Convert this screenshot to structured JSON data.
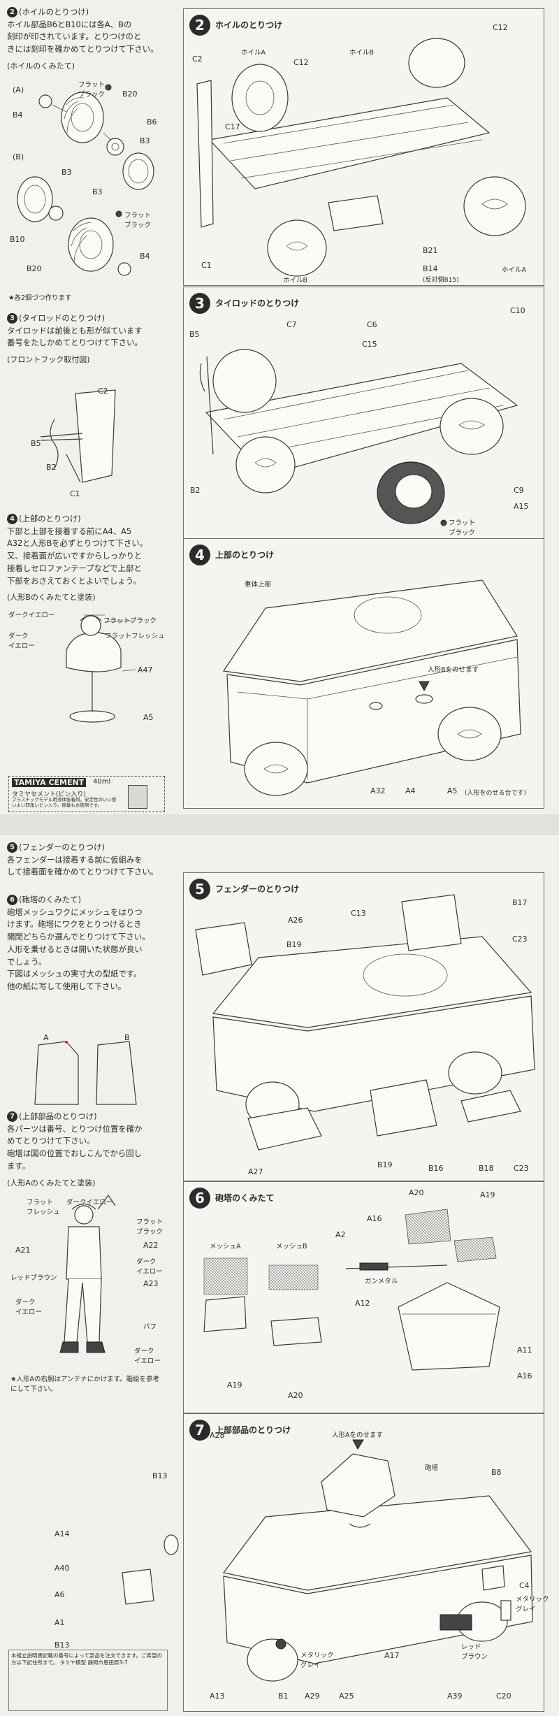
{
  "sheet1": {
    "left": {
      "step2": {
        "num": "2",
        "heading": "(ホイルのとりつけ)",
        "lines": [
          "ホイル部品B6とB10には各A、Bの",
          "刻印が印されています。とりつけのと",
          "きには刻印を確かめてとりつけて下さい。"
        ],
        "assembly_title": "(ホイルのくみたて)",
        "a_label": "(A)",
        "b_label": "(B)",
        "a_parts": {
          "b20": "B20",
          "b4": "B4",
          "b6": "B6",
          "b3": "B3",
          "flat_black": "フラット\nブラック"
        },
        "b_parts": {
          "b3": "B3",
          "b10": "B10",
          "b20": "B20",
          "b4": "B4",
          "flat_black": "フラット\nブラック"
        },
        "footnote": "★各2個づつ作ります"
      },
      "step3": {
        "num": "3",
        "heading": "(タイロッドのとりつけ)",
        "lines": [
          "タイロッドは前後とも形が似ています",
          "番号をたしかめてとりつけて下さい。"
        ],
        "subtitle": "(フロントフック取付図)",
        "parts": {
          "c2": "C2",
          "b5": "B5",
          "b2": "B2",
          "c1": "C1"
        }
      },
      "step4": {
        "num": "4",
        "heading": "(上部のとりつけ)",
        "lines": [
          "下部と上部を接着する前にA4、A5",
          "A32と人形Bを必ずとりつけて下さい。",
          "又、接着面が広いですからしっかりと",
          "接着しセロファンテープなどで上部と",
          "下部をおさえておくとよいでしょう。"
        ],
        "figure_title": "(人形Bのくみたてと塗装)",
        "colors": {
          "dark_yellow": "ダークイエロー",
          "flat_black": "フラットブラック",
          "dark_yellow2": "ダーク\nイエロー",
          "flat_flesh": "フラットフレッシュ"
        },
        "parts": {
          "a47": "A47",
          "a5": "A5"
        }
      },
      "cement": {
        "brand": "TAMIYA CEMENT",
        "volume": "40ml",
        "name": "タミヤセメント(ビン入り)",
        "desc": "プラスチックモデル用液体接着剤。安定性のいい使いよい四角いビン入り。容量もお徳用です。"
      }
    },
    "right": {
      "step2": {
        "num": "2",
        "title": "ホイルのとりつけ",
        "parts": {
          "c12a": "C12",
          "c12b": "C12",
          "c2": "C2",
          "wheel_a1": "ホイルA",
          "wheel_b1": "ホイルB",
          "c17": "C17",
          "c1": "C1",
          "wheel_b2": "ホイルB",
          "b21": "B21",
          "b14": "B14",
          "b14_note": "(反対側B15)",
          "wheel_a2": "ホイルA"
        }
      },
      "step3": {
        "num": "3",
        "title": "タイロッドのとりつけ",
        "parts": {
          "b5": "B5",
          "c7": "C7",
          "c6": "C6",
          "c15": "C15",
          "c10": "C10",
          "b2": "B2",
          "c9": "C9",
          "a15": "A15",
          "flat_black": "フラット\nブラック"
        }
      },
      "step4": {
        "num": "4",
        "title": "上部のとりつけ",
        "parts": {
          "upper": "車体上部",
          "figure_b": "人形Bをのせます",
          "a32": "A32",
          "a4": "A4",
          "a5": "A5",
          "a5_note": "(人形をのせる台です)"
        }
      }
    }
  },
  "sheet2": {
    "left": {
      "step5": {
        "num": "5",
        "heading": "(フェンダーのとりつけ)",
        "lines": [
          "各フェンダーは接着する前に仮組みを",
          "して接着面を確かめてとりつけて下さい。"
        ]
      },
      "step6": {
        "num": "6",
        "heading": "(砲塔のくみたて)",
        "lines": [
          "砲塔メッシュワクにメッシュをはりつ",
          "けます。砲塔にワクをとりつけるとき",
          "開閉どちらか選んでとりつけて下さい。",
          "人形を乗せるときは開いた状態が良い",
          "でしょう。",
          "下図はメッシュの実寸大の型紙です。",
          "他の紙に写して使用して下さい。"
        ],
        "mesh_a": "A",
        "mesh_b": "B"
      },
      "step7": {
        "num": "7",
        "heading": "(上部部品のとりつけ)",
        "lines": [
          "各パーツは番号、とりつけ位置を確か",
          "めてとりつけて下さい。",
          "砲塔は図の位置でおしこんでから回し",
          "ます。"
        ],
        "figure_title": "(人形Aのくみたてと塗装)",
        "colors": {
          "flat_flesh": "フラット\nフレッシュ",
          "dark_yellow": "ダークイエロー",
          "flat_black": "フラット\nブラック",
          "dark_yellow2": "ダーク\nイエロー",
          "red_brown": "レッドブラウン",
          "dark_yellow3": "ダーク\nイエロー",
          "buff": "バフ",
          "dark_yellow4": "ダーク\nイエロー"
        },
        "parts": {
          "a21": "A21",
          "a22": "A22",
          "a23": "A23"
        },
        "footnote": "★人形Aの右腕はアンテナにかけます。箱絵を参考にして下さい。"
      },
      "notebox": "本組立説明書記載の番号によって部品を注文できます。ご希望の方は下記住所まで。 タミヤ模型 静岡市恩田原3-7"
    },
    "right": {
      "step5": {
        "num": "5",
        "title": "フェンダーのとりつけ",
        "parts": {
          "a26": "A26",
          "b19a": "B19",
          "c13": "C13",
          "b17": "B17",
          "c23a": "C23",
          "a27": "A27",
          "b19b": "B19",
          "b16": "B16",
          "b18": "B18",
          "c23b": "C23"
        }
      },
      "step6": {
        "num": "6",
        "title": "砲塔のくみたて",
        "parts": {
          "mesh_a": "メッシュA",
          "mesh_b": "メッシュB",
          "a20a": "A20",
          "a16a": "A16",
          "a19a": "A19",
          "a2": "A2",
          "gun_metal": "ガンメタル",
          "a12": "A12",
          "a19b": "A19",
          "a20b": "A20",
          "a11": "A11",
          "a16b": "A16"
        }
      },
      "step7": {
        "num": "7",
        "title": "上部部品のとりつけ",
        "parts": {
          "figure_a": "人形Aをのせます",
          "turret": "砲塔",
          "a28": "A28",
          "b13a": "B13",
          "b8": "B8",
          "a14": "A14",
          "a40": "A40",
          "a6": "A6",
          "a1": "A1",
          "b13b": "B13",
          "c4": "C4",
          "metallic_gray": "メタリック\nグレイ",
          "red_brown": "レッド\nブラウン",
          "metallic_gray2": "メタリック\nグレイ",
          "a17": "A17",
          "a13": "A13",
          "b1": "B1",
          "a29": "A29",
          "a25": "A25",
          "a39": "A39",
          "c20": "C20"
        }
      }
    }
  }
}
